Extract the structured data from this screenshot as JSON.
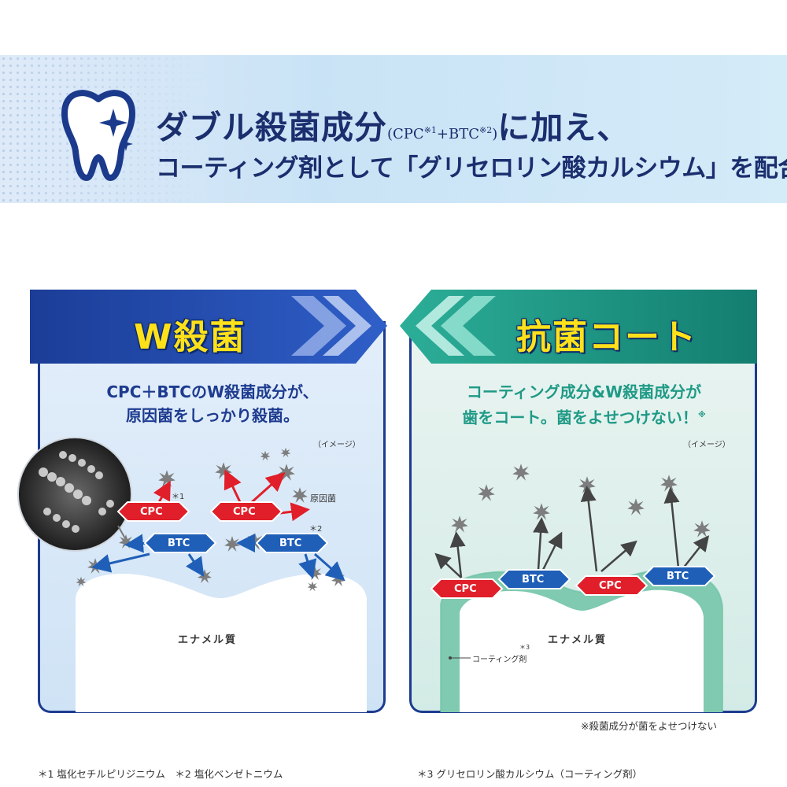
{
  "header": {
    "line1_main": "ダブル殺菌成分",
    "line1_paren_open": "(CPC",
    "line1_note1": "※1",
    "line1_plus": "+BTC",
    "line1_note2": "※2",
    "line1_paren_close": ")",
    "line1_tail": "に加え、",
    "line2": "コーティング剤として「グリセロリン酸カルシウム」を配合"
  },
  "left_panel": {
    "title": "W殺菌",
    "heading_line1": "CPC＋BTCのW殺菌成分が、",
    "heading_line2": "原因菌をしっかり殺菌。",
    "image_note": "（イメージ）",
    "label_bacteria": "原因菌",
    "note1_mark": "＊1",
    "note2_mark": "＊2",
    "cpc_label": "CPC",
    "btc_label": "BTC",
    "enamel": "エナメル質"
  },
  "right_panel": {
    "title": "抗菌コート",
    "heading_line1": "コーティング成分&W殺菌成分が",
    "heading_line2": "歯をコート。菌をよせつけない！",
    "heading_note": "※",
    "image_note": "（イメージ）",
    "cpc_label": "CPC",
    "btc_label": "BTC",
    "enamel": "エナメル質",
    "coating_label": "コーティング剤",
    "coating_note": "＊3"
  },
  "notes": {
    "right_panel_note": "※殺菌成分が菌をよせつけない",
    "footnote_left": "＊1  塩化セチルピリジニウム　＊2  塩化ベンゼトニウム",
    "footnote_right": "＊3  グリセロリン酸カルシウム（コーティング剤）"
  },
  "colors": {
    "navy": "#1d3b8f",
    "teal": "#1f9a86",
    "cpc_red": "#e01f2a",
    "btc_blue": "#1f5fb8",
    "title_yellow": "#ffe11a",
    "coating_green": "#7fcab0"
  }
}
